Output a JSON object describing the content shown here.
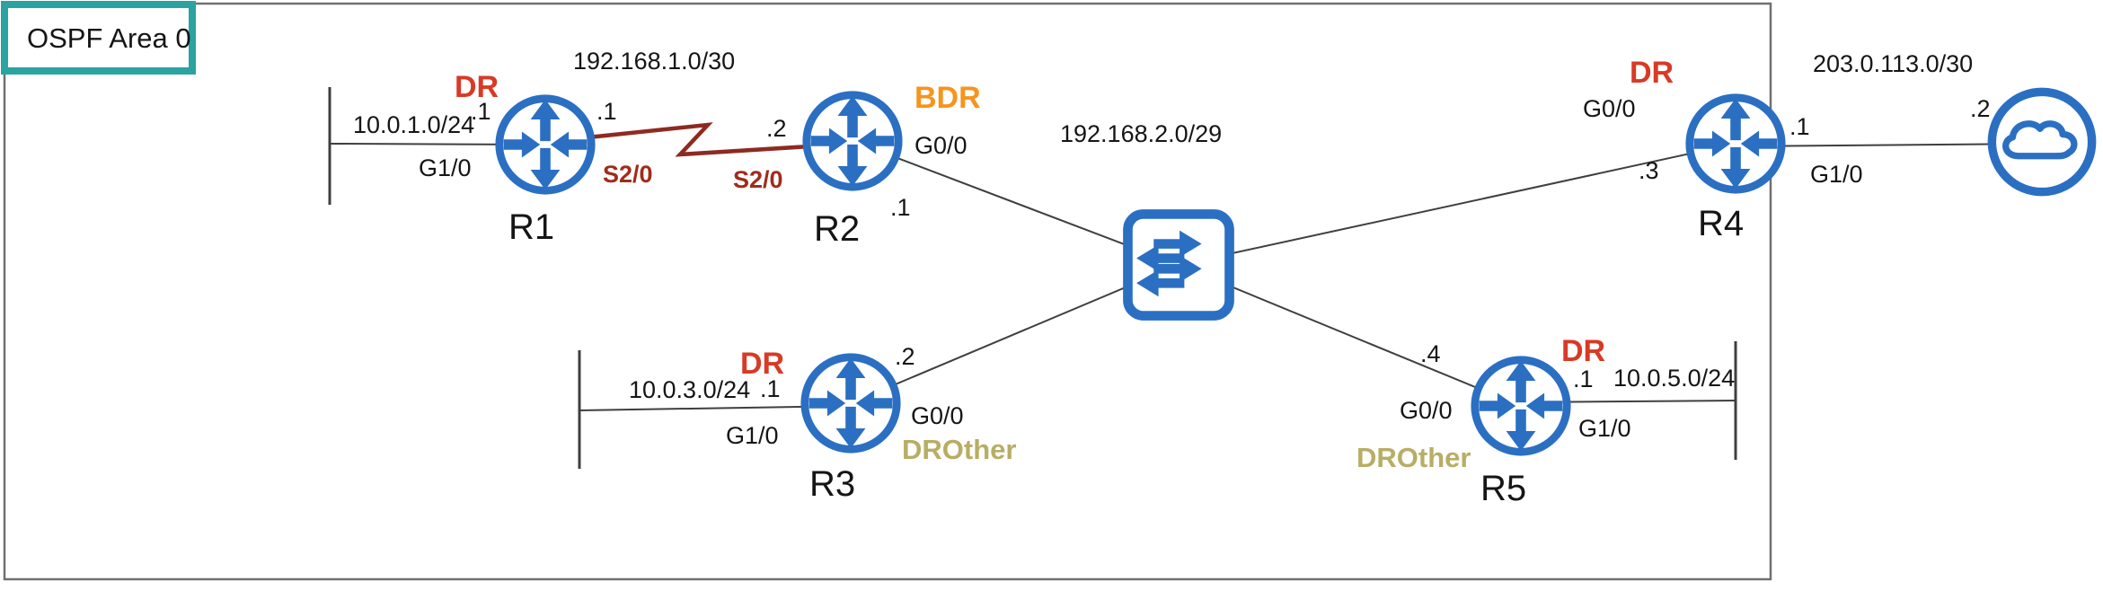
{
  "colors": {
    "device-blue": "#2b6fc2",
    "role-dr-red": "#d83a26",
    "role-bdr-orange": "#f6941e",
    "role-drother-olive": "#b7ae65",
    "serial-dark-red": "#a02c1b",
    "serial-line-red": "#8e2a21",
    "line-gray": "#3f3f3f",
    "area-border-gray": "#707070",
    "title-teal": "#2aa3a1",
    "text-black": "#151515"
  },
  "area": {
    "title": "OSPF Area 0"
  },
  "networks": {
    "r1_lan": "10.0.1.0/24",
    "serial_link": "192.168.1.0/30",
    "switch_lan": "192.168.2.0/29",
    "r3_lan": "10.0.3.0/24",
    "r5_lan": "10.0.5.0/24",
    "wan": "203.0.113.0/30"
  },
  "devices": {
    "r1": {
      "name": "R1",
      "role": "DR",
      "lan_ip": ".1",
      "lan_if": "G1/0",
      "serial_ip": ".1",
      "serial_if": "S2/0"
    },
    "r2": {
      "name": "R2",
      "role": "BDR",
      "serial_ip": ".2",
      "serial_if": "S2/0",
      "lan_if": "G0/0",
      "lan_ip": ".1"
    },
    "r3": {
      "name": "R3",
      "role": "DR",
      "drother": "DROther",
      "lan_ip": ".1",
      "lan_if": "G1/0",
      "switch_ip": ".2",
      "switch_if": "G0/0"
    },
    "r4": {
      "name": "R4",
      "role": "DR",
      "switch_if": "G0/0",
      "switch_ip": ".3",
      "wan_ip": ".1",
      "wan_if": "G1/0"
    },
    "r5": {
      "name": "R5",
      "role": "DR",
      "drother": "DROther",
      "switch_ip": ".4",
      "switch_if": "G0/0",
      "lan_ip": ".1",
      "lan_if": "G1/0"
    },
    "switch": {
      "type": "ethernet-switch"
    },
    "cloud": {
      "wan_ip": ".2"
    }
  }
}
